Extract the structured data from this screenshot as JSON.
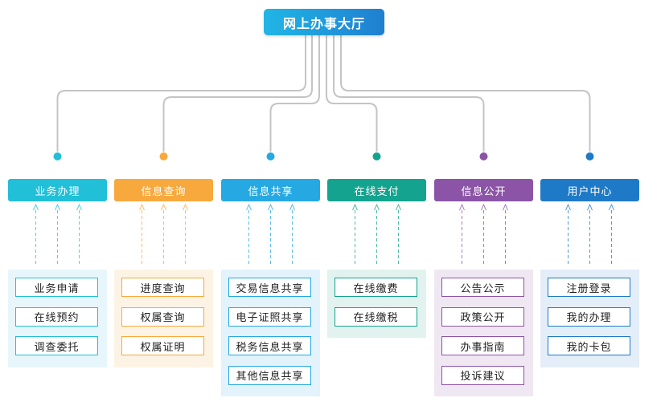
{
  "title": "网上办事大厅",
  "categories": [
    {
      "label": "业务办理",
      "color": "#22bfd9",
      "panel_bg": "#e6f6fa",
      "items": [
        "业务申请",
        "在线预约",
        "调查委托"
      ]
    },
    {
      "label": "信息查询",
      "color": "#f8a93d",
      "panel_bg": "#fdf3e5",
      "items": [
        "进度查询",
        "权属查询",
        "权属证明"
      ]
    },
    {
      "label": "信息共享",
      "color": "#26a8e2",
      "panel_bg": "#e3f3fb",
      "items": [
        "交易信息共享",
        "电子证照共享",
        "税务信息共享",
        "其他信息共享"
      ]
    },
    {
      "label": "在线支付",
      "color": "#14a38e",
      "panel_bg": "#e2f3ef",
      "items": [
        "在线缴费",
        "在线缴税"
      ]
    },
    {
      "label": "信息公开",
      "color": "#8b54a6",
      "panel_bg": "#efe8f3",
      "items": [
        "公告公示",
        "政策公开",
        "办事指南",
        "投诉建议"
      ]
    },
    {
      "label": "用户中心",
      "color": "#1e7ac7",
      "panel_bg": "#e3eef8",
      "items": [
        "注册登录",
        "我的办理",
        "我的卡包"
      ]
    }
  ]
}
